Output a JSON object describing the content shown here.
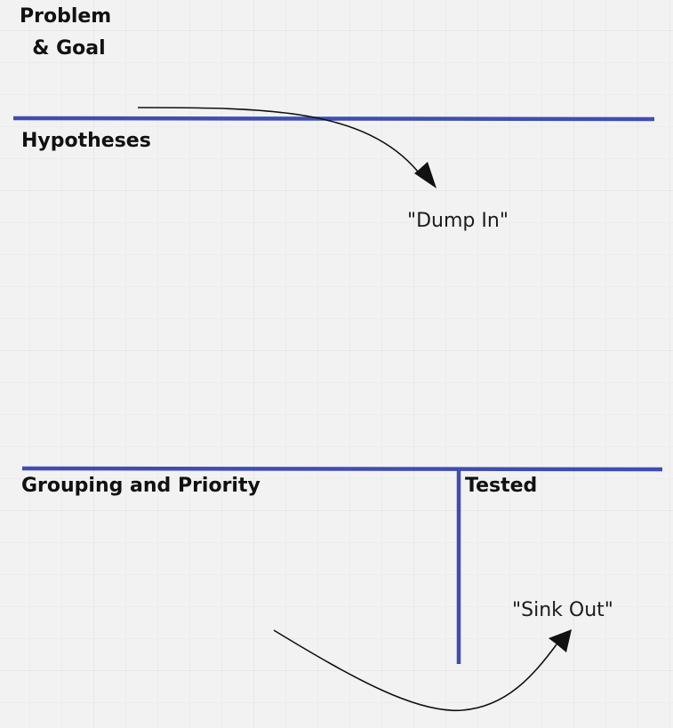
{
  "diagram": {
    "sections": {
      "problem_goal": "Problem\n & Goal",
      "hypotheses": "Hypotheses",
      "grouping_priority": "Grouping and Priority",
      "tested": "Tested"
    },
    "annotations": {
      "dump_in": "\"Dump In\"",
      "sink_out": "\"Sink Out\""
    },
    "colors": {
      "divider": "#3f4db3",
      "arrow": "#111111",
      "background": "#f2f2f2"
    }
  }
}
